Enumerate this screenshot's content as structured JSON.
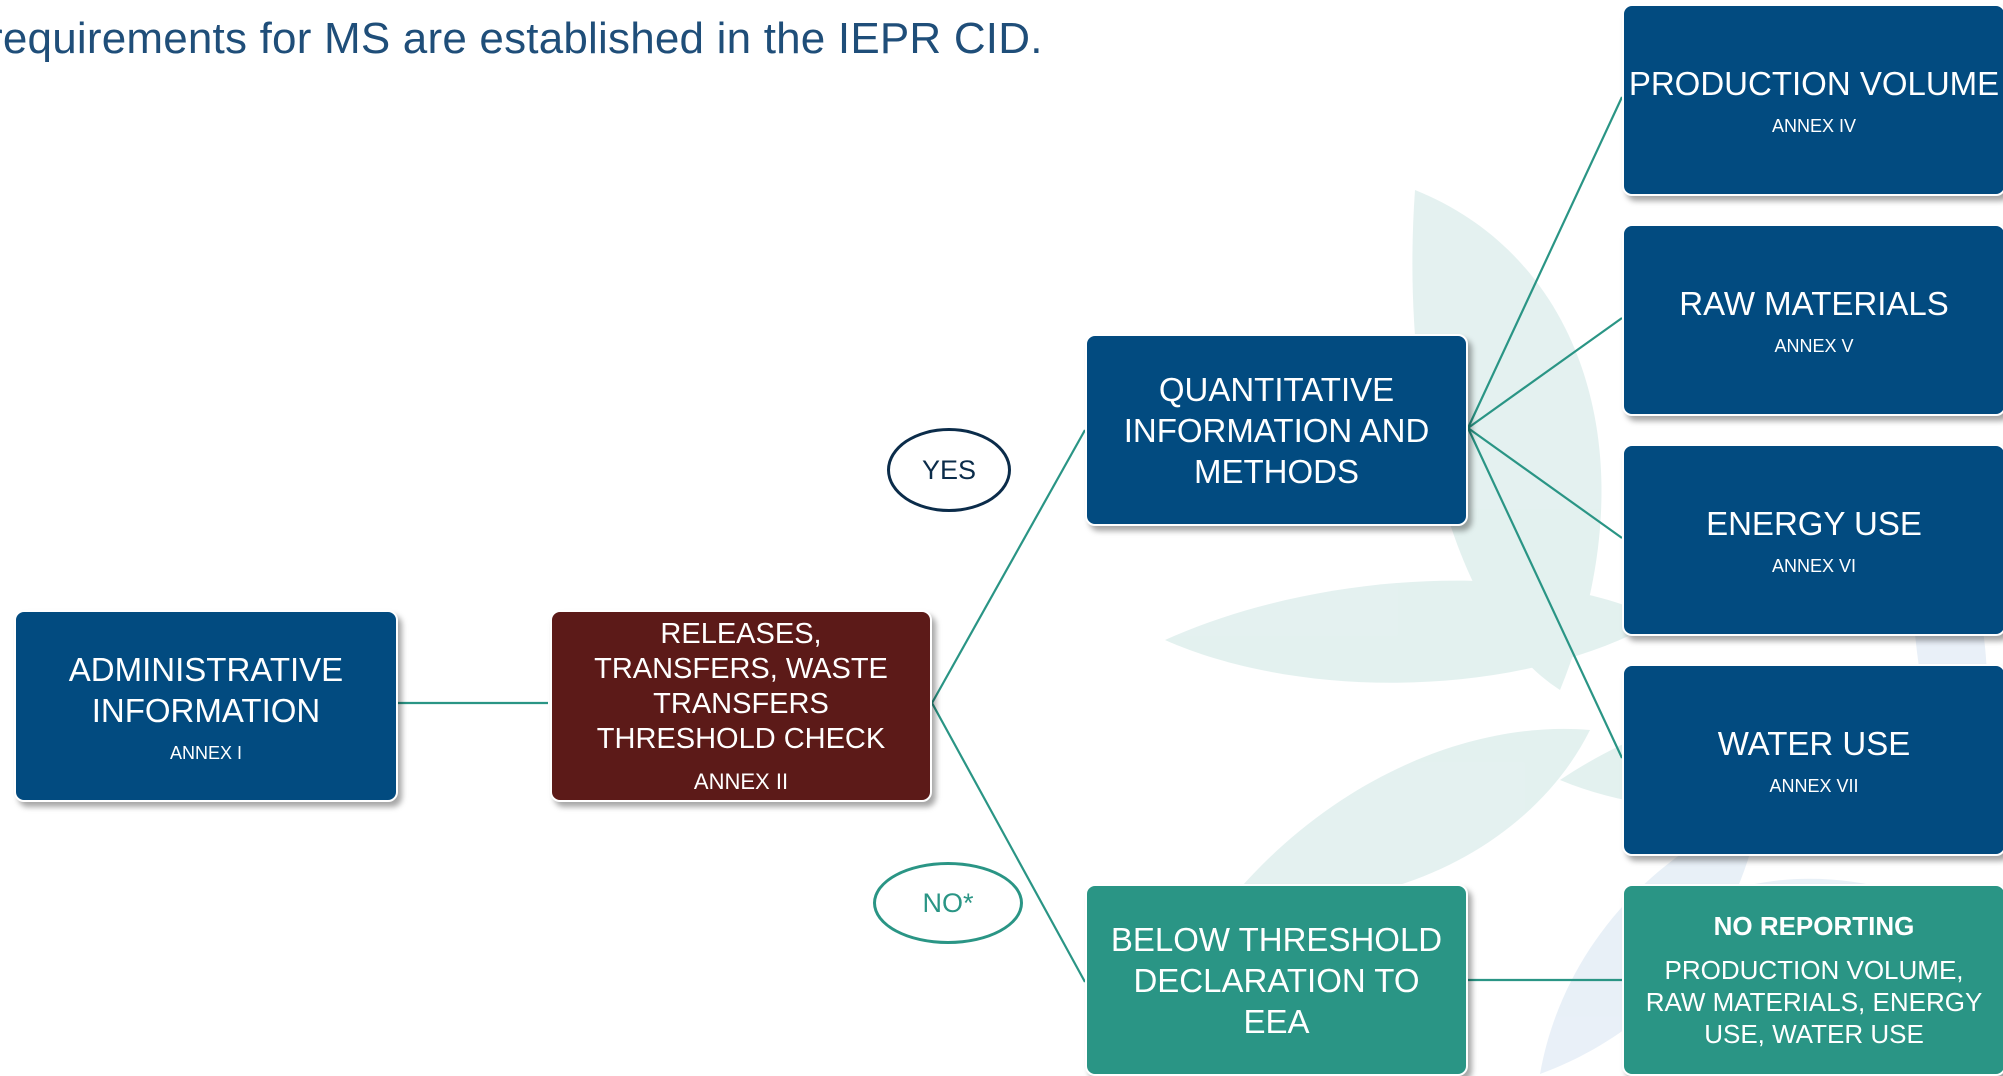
{
  "header": {
    "title": "requirements for MS are established in the IEPR CID."
  },
  "colors": {
    "blue": "#024b80",
    "dark_red": "#5c1a18",
    "teal": "#2a9585",
    "title_blue": "#1f4e79"
  },
  "boxes": {
    "admin": {
      "title": "ADMINISTRATIVE INFORMATION",
      "annex": "ANNEX I"
    },
    "threshold": {
      "title": "RELEASES, TRANSFERS, WASTE TRANSFERS THRESHOLD CHECK",
      "annex": "ANNEX II"
    },
    "quantitative": {
      "title": "QUANTITATIVE INFORMATION AND METHODS"
    },
    "below": {
      "title": "BELOW THRESHOLD DECLARATION TO EEA"
    },
    "production": {
      "title": "PRODUCTION VOLUME",
      "annex": "ANNEX IV"
    },
    "raw": {
      "title": "RAW MATERIALS",
      "annex": "ANNEX V"
    },
    "energy": {
      "title": "ENERGY USE",
      "annex": "ANNEX VI"
    },
    "water": {
      "title": "WATER USE",
      "annex": "ANNEX VII"
    },
    "noreport": {
      "title": "NO REPORTING",
      "text": "PRODUCTION VOLUME, RAW MATERIALS, ENERGY USE, WATER USE"
    }
  },
  "labels": {
    "yes": "YES",
    "no": "NO*"
  }
}
